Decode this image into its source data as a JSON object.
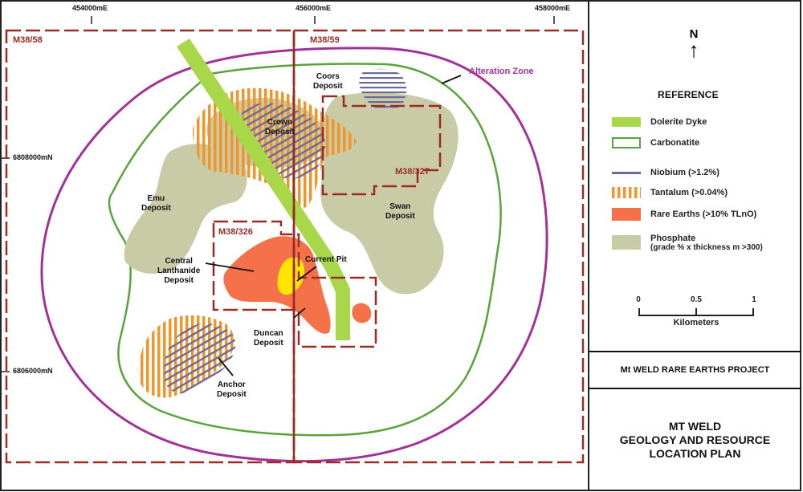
{
  "coordinates": {
    "eastings": [
      "454000mE",
      "456000mE",
      "458000mE"
    ],
    "northings": [
      "6808000mN",
      "6806000mN"
    ]
  },
  "leases": {
    "m38_58": "M38/58",
    "m38_59": "M38/59",
    "m38_327": "M38/327",
    "m38_326": "M38/326"
  },
  "map_labels": {
    "alteration_zone": "Alteration Zone",
    "coors": [
      "Coors",
      "Deposit"
    ],
    "crown": [
      "Crown",
      "Deposit"
    ],
    "emu": [
      "Emu",
      "Deposit"
    ],
    "swan": [
      "Swan",
      "Deposit"
    ],
    "central": [
      "Central",
      "Lanthanide",
      "Deposit"
    ],
    "current_pit": "Current Pit",
    "duncan": [
      "Duncan",
      "Deposit"
    ],
    "anchor": [
      "Anchor",
      "Deposit"
    ]
  },
  "north": "N",
  "legend": {
    "title": "REFERENCE",
    "items": [
      {
        "label": "Dolerite Dyke"
      },
      {
        "label": "Carbonatite"
      },
      {
        "label": "Niobium (>1.2%)"
      },
      {
        "label": "Tantalum (>0.04%)"
      },
      {
        "label": "Rare Earths (>10% TLnO)"
      },
      {
        "label": "Phosphate",
        "label2": "(grade % x thickness m >300)"
      }
    ]
  },
  "scale": {
    "ticks": [
      "0",
      "0.5",
      "1"
    ],
    "units": "Kilometers"
  },
  "project_title": "Mt WELD RARE EARTHS PROJECT",
  "plan_title": [
    "MT WELD",
    "GEOLOGY AND RESOURCE",
    "LOCATION PLAN"
  ],
  "colors": {
    "lease_boundary": "#9b2c25",
    "alteration_zone": "#a3319a",
    "carbonatite": "#5aa33a",
    "dolerite_dyke": "#a8d84a",
    "phosphate": "#c8cba6",
    "rare_earths": "#f4714a",
    "current_pit": "#ffe400",
    "tantalum": "#f0952a",
    "niobium": "#6b6a9c"
  }
}
